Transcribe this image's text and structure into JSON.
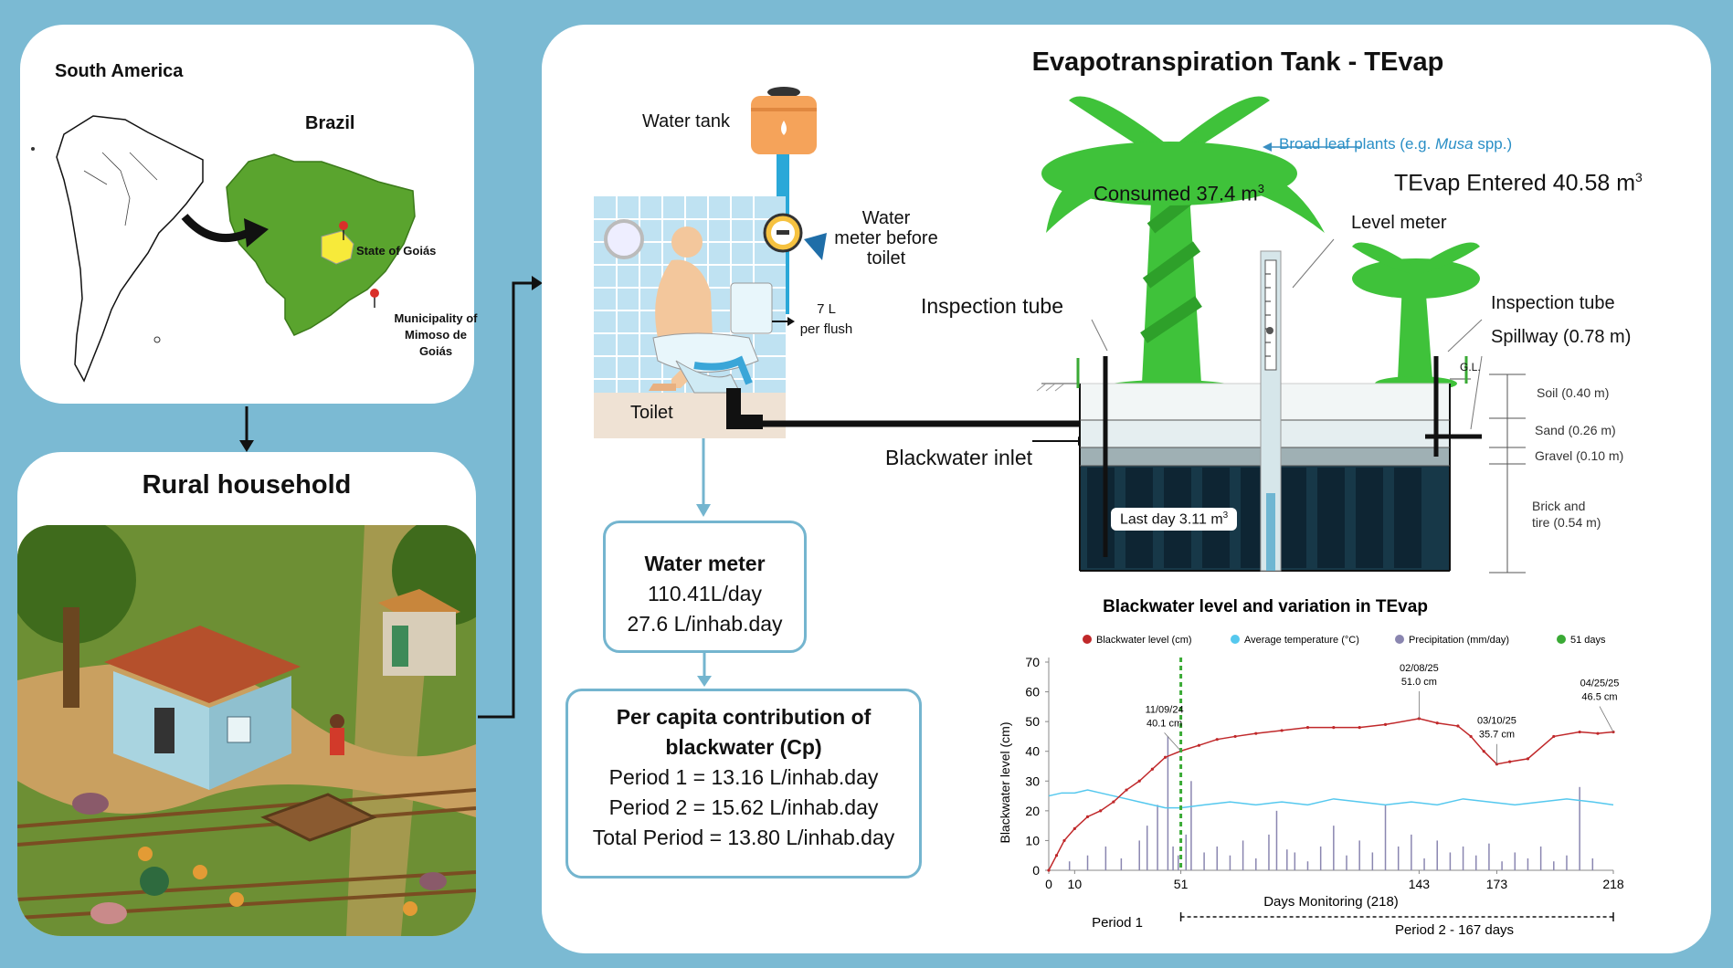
{
  "map_panel": {
    "continent": "South America",
    "country": "Brazil",
    "state": "State of Goiás",
    "municipality_lines": [
      "Municipality of",
      "Mimoso de",
      "Goiás"
    ]
  },
  "household_panel": {
    "title": "Rural household"
  },
  "main_panel": {
    "title": "Evapotranspiration Tank - TEvap",
    "water_tank_label": "Water tank",
    "water_meter_label_lines": [
      "Water",
      "meter before",
      "toilet"
    ],
    "flush_lines": [
      "7 L",
      "per flush"
    ],
    "toilet_label": "Toilet",
    "water_meter_box": {
      "title": "Water meter",
      "line1": "110.41L/day",
      "line2": "27.6 L/inhab.day"
    },
    "cp_box": {
      "title_lines": [
        "Per capita contribution of",
        "blackwater (Cp)"
      ],
      "period1": "Period 1 = 13.16 L/inhab.day",
      "period2": "Period 2 = 15.62 L/inhab.day",
      "total": "Total Period = 13.80 L/inhab.day"
    },
    "broad_leaf": {
      "prefix": "Broad leaf plants (e.g. ",
      "species": "Musa",
      "suffix": " spp.)"
    },
    "consumed": {
      "text": "Consumed 37.4 m",
      "sup": "3"
    },
    "entered": {
      "text": "TEvap Entered 40.58 m",
      "sup": "3"
    },
    "level_meter": "Level meter",
    "inspection_tube_left": "Inspection tube",
    "inspection_tube_right": "Inspection tube",
    "spillway": "Spillway (0.78 m)",
    "gl": "G.L.",
    "blackwater_inlet": "Blackwater inlet",
    "last_day": {
      "text": "Last day  3.11 m",
      "sup": "3"
    },
    "layers": {
      "soil": "Soil (0.40 m)",
      "sand": "Sand (0.26 m)",
      "gravel": "Gravel (0.10 m)",
      "brick_lines": [
        "Brick and",
        "tire (0.54 m)"
      ]
    }
  },
  "chart_data": {
    "type": "line",
    "title": "Blackwater level and variation in TEvap",
    "xlabel": "Days Monitoring (218)",
    "ylabel": "Blackwater level (cm)",
    "xlim": [
      0,
      218
    ],
    "ylim": [
      0,
      70
    ],
    "x_ticks": [
      0,
      10,
      51,
      143,
      173,
      218
    ],
    "y_ticks": [
      0,
      10,
      20,
      30,
      40,
      50,
      60,
      70
    ],
    "grid": false,
    "legend_position": "top",
    "legend": [
      {
        "name": "Blackwater level (cm)",
        "color": "#c0282a"
      },
      {
        "name": "Average temperature (°C)",
        "color": "#55c8ee"
      },
      {
        "name": "Precipitation (mm/day)",
        "color": "#8a86b0"
      },
      {
        "name": "51 days",
        "color": "#3aaa35"
      }
    ],
    "blackwater_level": {
      "x": [
        0,
        3,
        6,
        10,
        15,
        20,
        25,
        30,
        35,
        40,
        45,
        51,
        58,
        65,
        72,
        80,
        90,
        100,
        110,
        120,
        130,
        143,
        150,
        158,
        163,
        168,
        173,
        178,
        185,
        195,
        205,
        212,
        218
      ],
      "y": [
        0,
        5,
        10,
        14,
        18,
        20,
        23,
        27,
        30,
        34,
        38,
        40.1,
        42,
        44,
        45,
        46,
        47,
        48,
        48,
        48,
        49,
        51.0,
        49.5,
        48.5,
        45,
        40,
        35.7,
        36.5,
        37.5,
        45,
        46.5,
        46,
        46.5
      ]
    },
    "average_temperature": {
      "x": [
        0,
        5,
        10,
        15,
        20,
        25,
        30,
        35,
        40,
        45,
        51,
        60,
        70,
        80,
        90,
        100,
        110,
        120,
        130,
        140,
        150,
        160,
        170,
        180,
        190,
        200,
        210,
        218
      ],
      "y": [
        25,
        26,
        26,
        27,
        26,
        25,
        24,
        23,
        22,
        21,
        21,
        22,
        23,
        22,
        23,
        22,
        24,
        23,
        22,
        23,
        22,
        24,
        23,
        22,
        23,
        24,
        23,
        22
      ]
    },
    "precipitation": {
      "x": [
        8,
        15,
        22,
        28,
        35,
        38,
        42,
        46,
        48,
        50,
        53,
        55,
        60,
        65,
        70,
        75,
        80,
        85,
        88,
        92,
        95,
        100,
        105,
        110,
        115,
        120,
        125,
        130,
        135,
        140,
        145,
        150,
        155,
        160,
        165,
        170,
        175,
        180,
        185,
        190,
        195,
        200,
        205,
        210
      ],
      "y": [
        3,
        5,
        8,
        4,
        10,
        15,
        22,
        45,
        8,
        5,
        12,
        30,
        6,
        8,
        5,
        10,
        4,
        12,
        20,
        7,
        6,
        3,
        8,
        15,
        5,
        10,
        6,
        22,
        8,
        12,
        4,
        10,
        6,
        8,
        5,
        9,
        3,
        6,
        4,
        8,
        3,
        5,
        28,
        4
      ]
    },
    "marker_51_days": 51,
    "annotations": [
      {
        "x": 51,
        "y": 40.1,
        "date": "11/09/24",
        "value": "40.1 cm"
      },
      {
        "x": 143,
        "y": 51.0,
        "date": "02/08/25",
        "value": "51.0  cm"
      },
      {
        "x": 173,
        "y": 35.7,
        "date": "03/10/25",
        "value": "35.7  cm"
      },
      {
        "x": 218,
        "y": 46.5,
        "date": "04/25/25",
        "value": "46.5 cm"
      }
    ],
    "period1_label": "Period 1",
    "period2_label": "Period 2 - 167 days"
  }
}
